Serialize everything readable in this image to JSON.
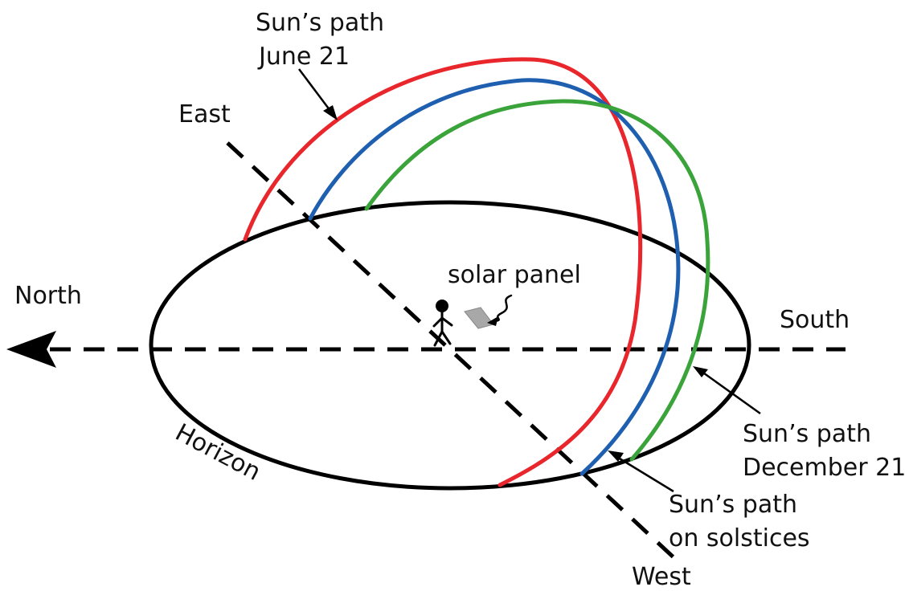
{
  "labels": {
    "june_line1": "Sun’s path",
    "june_line2": "June 21",
    "east": "East",
    "north": "North",
    "south": "South",
    "west": "West",
    "horizon": "Horizon",
    "solar_panel": "solar panel",
    "dec_line1": "Sun’s path",
    "dec_line2": "December 21",
    "sol_line1": "Sun’s path",
    "sol_line2": "on solstices"
  },
  "colors": {
    "june_path": "#e8262b",
    "solstice_path": "#1f5fb0",
    "december_path": "#3aa33a",
    "outline": "#000000",
    "panel": "#a8a8a8"
  }
}
